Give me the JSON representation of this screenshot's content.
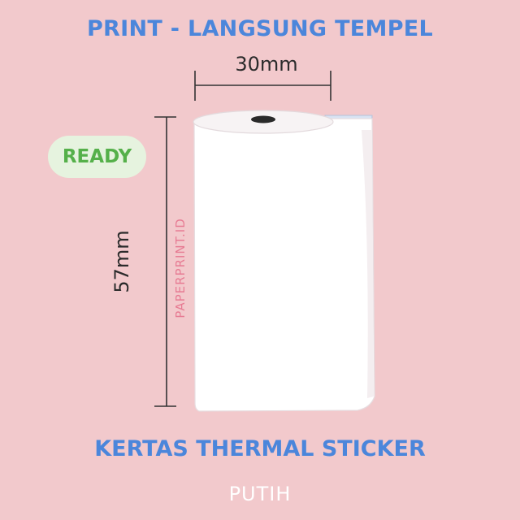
{
  "headline": "PRINT - LANGSUNG TEMPEL",
  "badge": "READY",
  "dimensions": {
    "width": "30mm",
    "height": "57mm"
  },
  "watermark": "PAPERPRINT.ID",
  "product": {
    "title": "KERTAS THERMAL STICKER",
    "color": "PUTIH"
  },
  "colors": {
    "background": "#f2c9cc",
    "accent_blue": "#4b86db",
    "badge_green": "#55b04a",
    "badge_bg": "#e6f3df",
    "watermark_pink": "#e77b93"
  }
}
